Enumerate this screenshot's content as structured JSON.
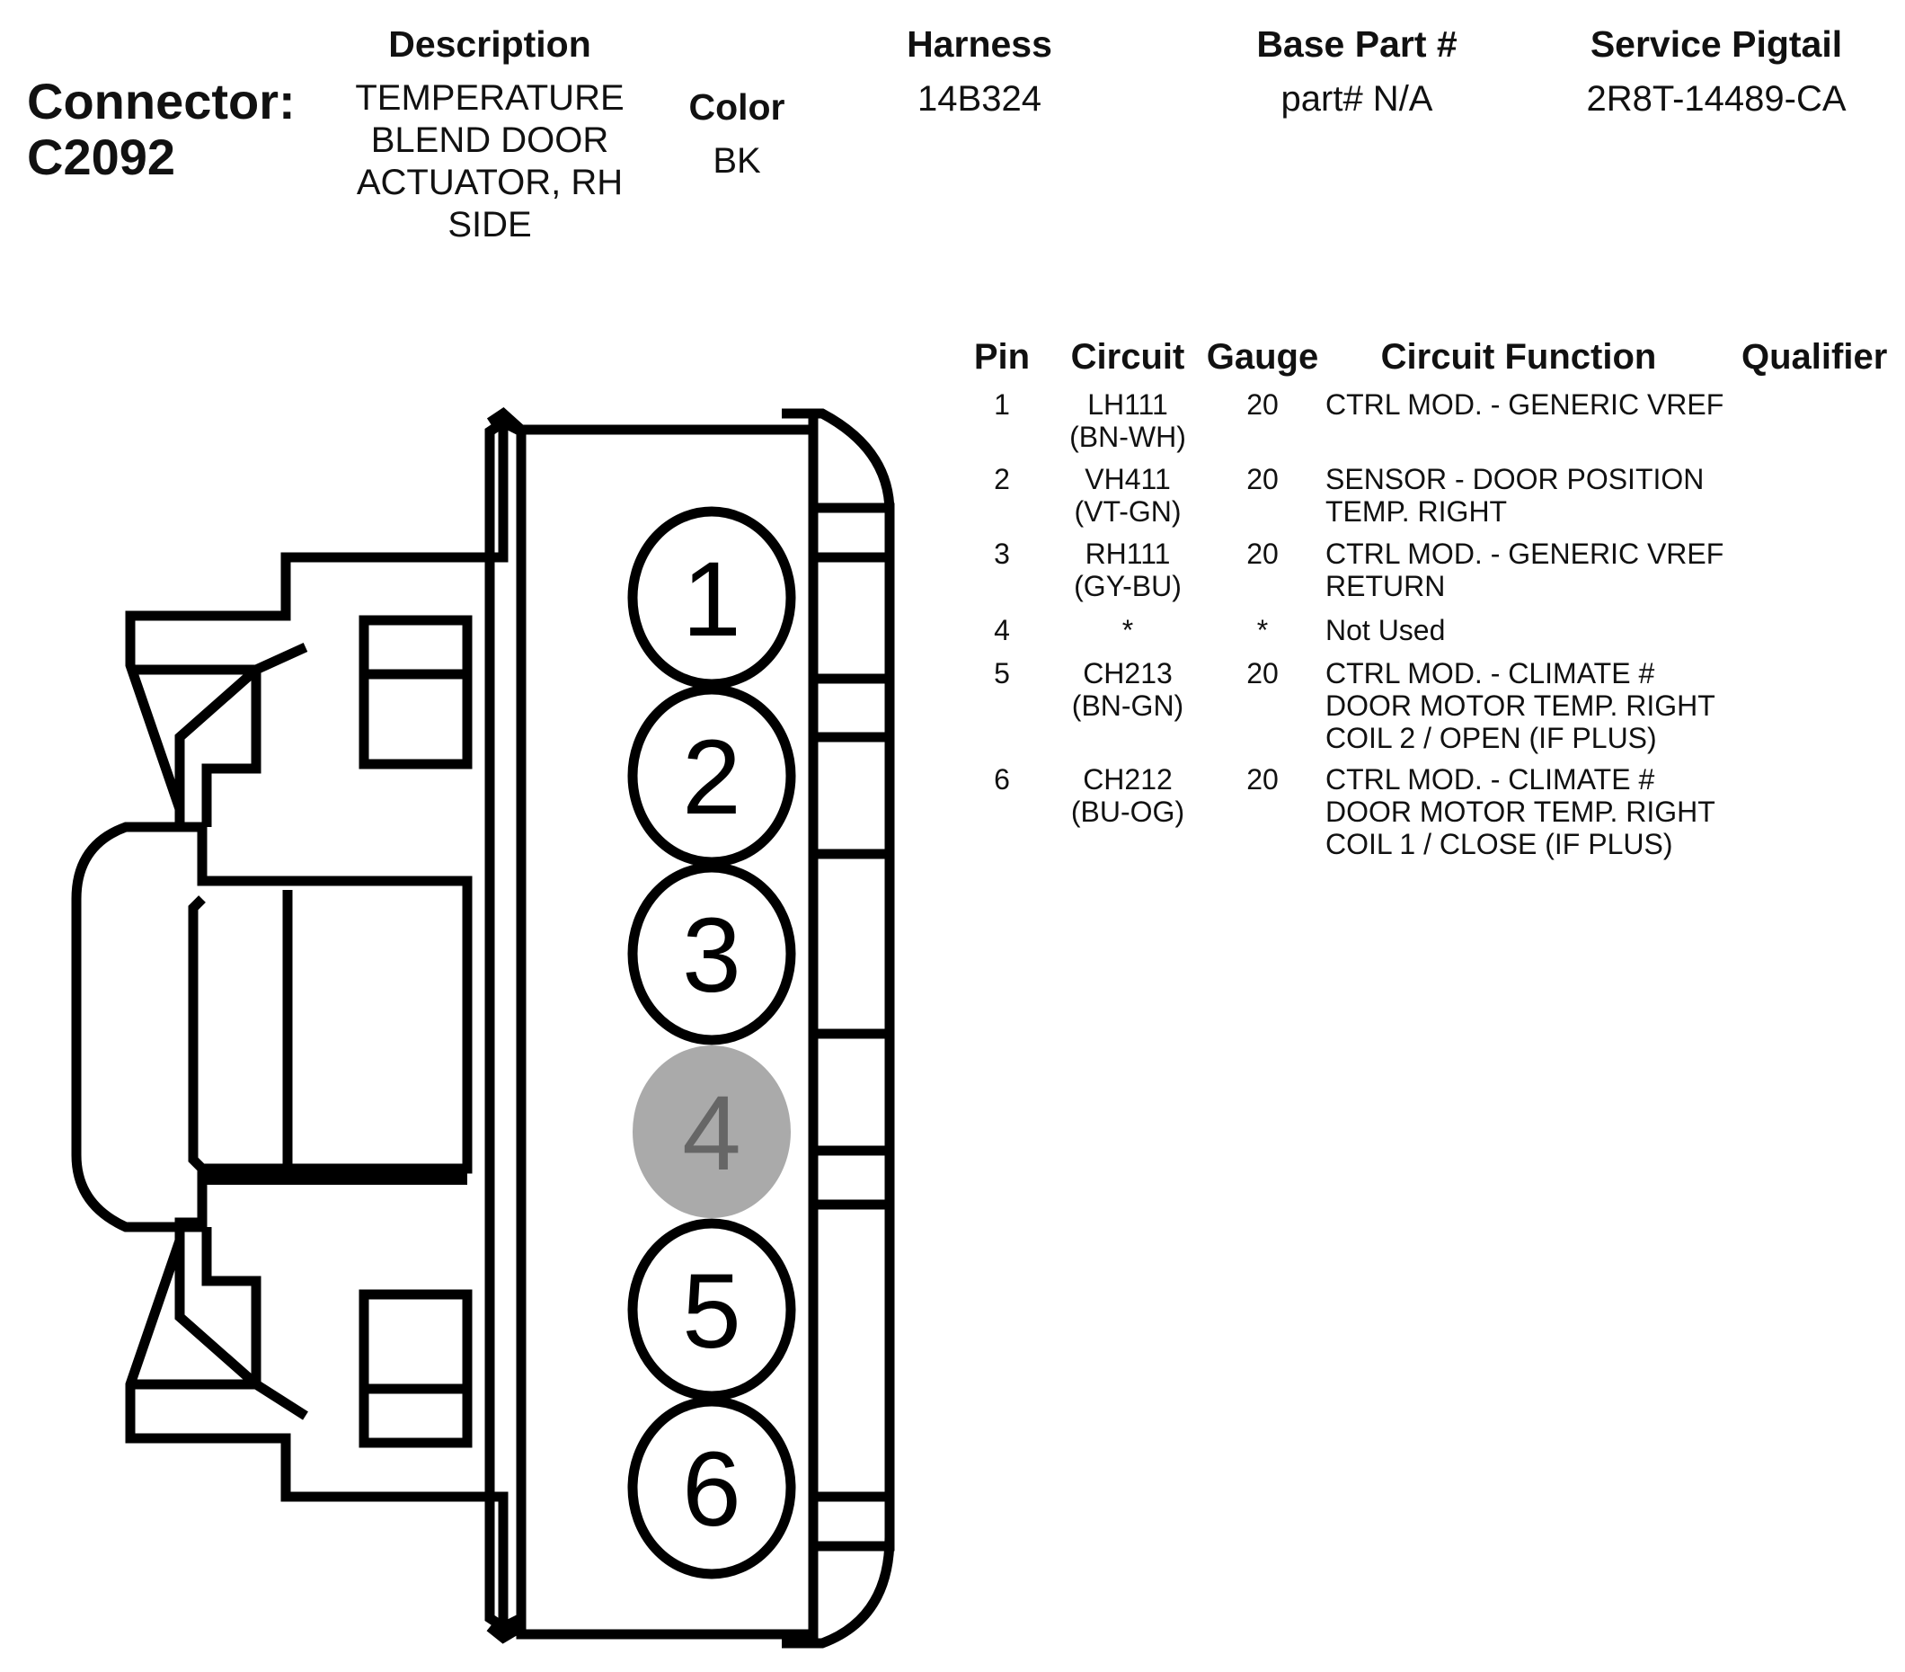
{
  "header": {
    "connector_label": "Connector:",
    "connector_id": "C2092",
    "description_label": "Description",
    "description_value": "TEMPERATURE BLEND DOOR ACTUATOR, RH SIDE",
    "color_label": "Color",
    "color_value": "BK",
    "harness_label": "Harness",
    "harness_value": "14B324",
    "base_part_label": "Base Part #",
    "base_part_value": "part# N/A",
    "pigtail_label": "Service Pigtail",
    "pigtail_value": "2R8T-14489-CA"
  },
  "table": {
    "columns": [
      "Pin",
      "Circuit",
      "Gauge",
      "Circuit Function",
      "Qualifier"
    ],
    "rows": [
      {
        "pin": "1",
        "circuit": "LH111",
        "wire": "(BN-WH)",
        "gauge": "20",
        "function": [
          "CTRL MOD. - GENERIC VREF"
        ]
      },
      {
        "pin": "2",
        "circuit": "VH411",
        "wire": "(VT-GN)",
        "gauge": "20",
        "function": [
          "SENSOR - DOOR POSITION",
          "TEMP. RIGHT"
        ]
      },
      {
        "pin": "3",
        "circuit": "RH111",
        "wire": "(GY-BU)",
        "gauge": "20",
        "function": [
          "CTRL MOD. - GENERIC VREF",
          "RETURN"
        ]
      },
      {
        "pin": "4",
        "circuit": "*",
        "wire": "",
        "gauge": "*",
        "function": [
          "Not Used"
        ]
      },
      {
        "pin": "5",
        "circuit": "CH213",
        "wire": "(BN-GN)",
        "gauge": "20",
        "function": [
          "CTRL MOD. - CLIMATE #",
          "DOOR MOTOR TEMP. RIGHT",
          "COIL 2 / OPEN (IF PLUS)"
        ]
      },
      {
        "pin": "6",
        "circuit": "CH212",
        "wire": "(BU-OG)",
        "gauge": "20",
        "function": [
          "CTRL MOD. - CLIMATE #",
          "DOOR MOTOR TEMP. RIGHT",
          "COIL 1 / CLOSE (IF PLUS)"
        ]
      }
    ]
  },
  "diagram": {
    "pins": [
      "1",
      "2",
      "3",
      "4",
      "5",
      "6"
    ],
    "unused_pin": "4",
    "unused_fill": "#aaaaaa",
    "unused_text": "#666666"
  }
}
